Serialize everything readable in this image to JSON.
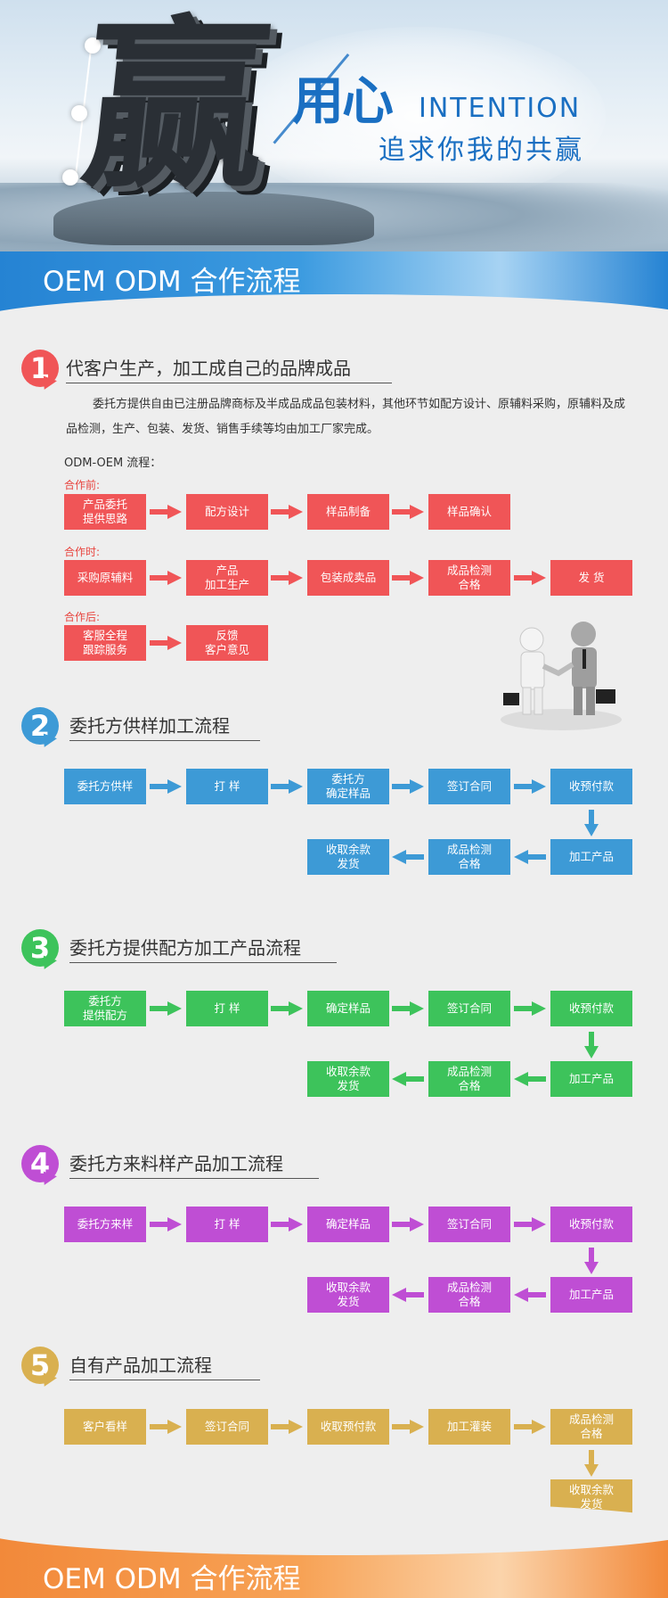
{
  "hero": {
    "big_char": "赢",
    "slogan_main": "用心",
    "slogan_en": "INTENTION",
    "slogan_sub": "追求你我的共赢"
  },
  "banner": {
    "title": "OEM ODM 合作流程"
  },
  "banner_bottom": {
    "title": "OEM ODM 合作流程"
  },
  "colors": {
    "red": "#f05557",
    "blue": "#3d9ad6",
    "green": "#3dc35b",
    "purple": "#bf4ed4",
    "gold": "#d9b050",
    "banner_blue": "#2583d3",
    "banner_orange": "#f2893a"
  },
  "s1": {
    "num": "1",
    "title": "代客户生产，加工成自己的品牌成品",
    "para": "委托方提供自由已注册品牌商标及半成品成品包装材料，其他环节如配方设计、原辅料采购，原辅料及成品检测，生产、包装、发货、销售手续等均由加工厂家完成。",
    "flow_label": "ODM-OEM 流程：",
    "phases": [
      {
        "label": "合作前:",
        "steps": [
          "产品委托\n提供思路",
          "配方设计",
          "样品制备",
          "样品确认"
        ]
      },
      {
        "label": "合作时:",
        "steps": [
          "采购原辅料",
          "产品\n加工生产",
          "包装成卖品",
          "成品检测\n合格",
          "发  货"
        ]
      },
      {
        "label": "合作后:",
        "steps": [
          "客服全程\n跟踪服务",
          "反馈\n客户意见"
        ]
      }
    ]
  },
  "s2": {
    "num": "2",
    "title": "委托方供样加工流程",
    "row1": [
      "委托方供样",
      "打  样",
      "委托方\n确定样品",
      "签订合同",
      "收预付款"
    ],
    "row2": [
      "收取余款\n发货",
      "成品检测\n合格",
      "加工产品"
    ]
  },
  "s3": {
    "num": "3",
    "title": "委托方提供配方加工产品流程",
    "row1": [
      "委托方\n提供配方",
      "打  样",
      "确定样品",
      "签订合同",
      "收预付款"
    ],
    "row2": [
      "收取余款\n发货",
      "成品检测\n合格",
      "加工产品"
    ]
  },
  "s4": {
    "num": "4",
    "title": "委托方来料样产品加工流程",
    "row1": [
      "委托方来样",
      "打  样",
      "确定样品",
      "签订合同",
      "收预付款"
    ],
    "row2": [
      "收取余款\n发货",
      "成品检测\n合格",
      "加工产品"
    ]
  },
  "s5": {
    "num": "5",
    "title": "自有产品加工流程",
    "row1": [
      "客户看样",
      "签订合同",
      "收取预付款",
      "加工灌装",
      "成品检测\n合格"
    ],
    "row2": [
      "收取余款\n发货"
    ]
  }
}
